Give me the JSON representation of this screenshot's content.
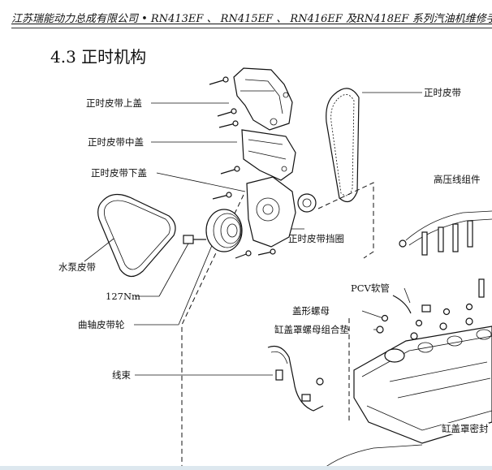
{
  "header": {
    "text": "江苏瑞能动力总成有限公司 • RN413EF 、 RN415EF 、 RN416EF 及RN418EF 系列汽油机维修手"
  },
  "section": {
    "title": "4.3 正时机构"
  },
  "labels": {
    "timing_belt_upper_cover": "正时皮带上盖",
    "timing_belt_middle_cover": "正时皮带中盖",
    "timing_belt_lower_cover": "正时皮带下盖",
    "timing_belt": "正时皮带",
    "high_voltage_wire_assembly": "高压线组件",
    "water_pump_belt": "水泵皮带",
    "timing_belt_guide_ring": "正时皮带挡圈",
    "torque_127nm": "127Nm",
    "crankshaft_pulley": "曲轴皮带轮",
    "pcv_hose": "PCV软管",
    "cap_nut": "盖形螺母",
    "cylinder_head_cover_nut_washer": "缸盖罩螺母组合垫",
    "wiring_harness": "线束",
    "cylinder_head_cover_gasket": "缸盖罩密封"
  }
}
